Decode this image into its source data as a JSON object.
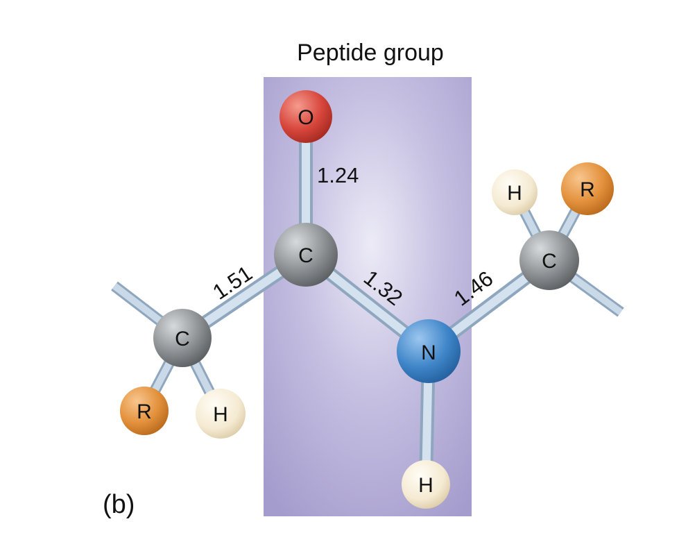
{
  "diagram": {
    "title": "Peptide group",
    "panel_label": "(b)",
    "colors": {
      "peptide_plane": "#a49ccc",
      "carbon": "#8c9093",
      "oxygen": "#d8463c",
      "nitrogen": "#3f86c9",
      "hydrogen": "#f5ead2",
      "r_group": "#e3913c",
      "bond": "#b9cde0"
    },
    "atoms": {
      "o": "O",
      "c_carbonyl": "C",
      "n": "N",
      "c_left": "C",
      "c_right": "C",
      "h_n": "H",
      "h_left": "H",
      "h_right": "H",
      "r_left": "R",
      "r_right": "R"
    },
    "bond_lengths": {
      "c_o": "1.24",
      "calpha_c": "1.51",
      "c_n": "1.32",
      "n_calpha": "1.46"
    }
  }
}
